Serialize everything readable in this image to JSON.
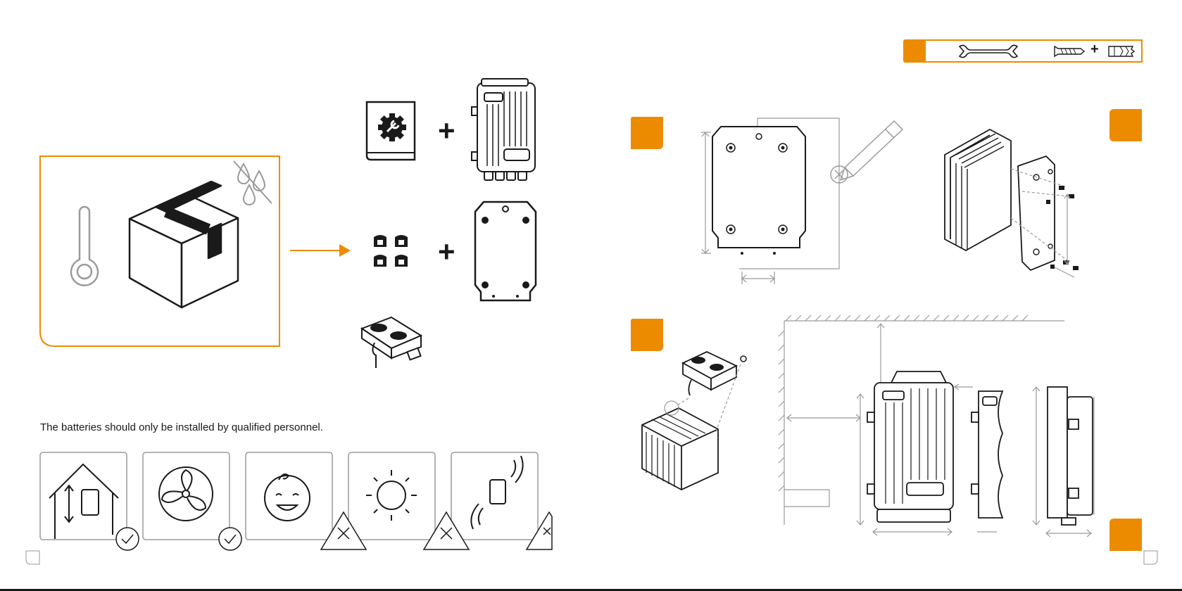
{
  "colors": {
    "accent": "#ED8B00",
    "line": "#1a1a1a",
    "dimension": "#9a9a9a",
    "panel_border": "#9a9a9a"
  },
  "storage": {
    "box_icon": "cardboard-box-icon",
    "thermometer_icon": "thermometer-icon",
    "no_moisture_icon": "no-water-drops-icon",
    "arrow_icon": "arrow-right-icon"
  },
  "package_contents": [
    {
      "left": "manual-book-icon",
      "right": "inverter-unit-icon"
    },
    {
      "left": "cable-gland-set-icon",
      "right": "mounting-plate-icon"
    },
    {
      "left": "fan-kit-icon"
    }
  ],
  "caption": "The batteries should only be installed by qualified personnel.",
  "conditions": [
    {
      "icon": "indoor-installation-icon",
      "status": "check-badge-icon"
    },
    {
      "icon": "fan-ventilation-icon",
      "status": "check-badge-icon"
    },
    {
      "icon": "child-face-icon",
      "status": "cross-badge-icon"
    },
    {
      "icon": "sunlight-icon",
      "status": "cross-badge-icon"
    },
    {
      "icon": "vibration-icon",
      "status": "cross-badge-icon"
    }
  ],
  "tools": [
    "wrench-icon",
    "screw-icon",
    "wall-plug-icon"
  ],
  "tools_plus": "+",
  "contents_plus": "+",
  "steps": [
    {
      "name": "mark-drill-holes",
      "icon": "pencil-icon"
    },
    {
      "name": "mount-unit-on-plate",
      "icon": "screws-icon"
    },
    {
      "name": "attach-fan-kit",
      "icon": "fan-kit-icon"
    },
    {
      "name": "clearance-distances",
      "icon": "wall-clearance-icon"
    }
  ]
}
